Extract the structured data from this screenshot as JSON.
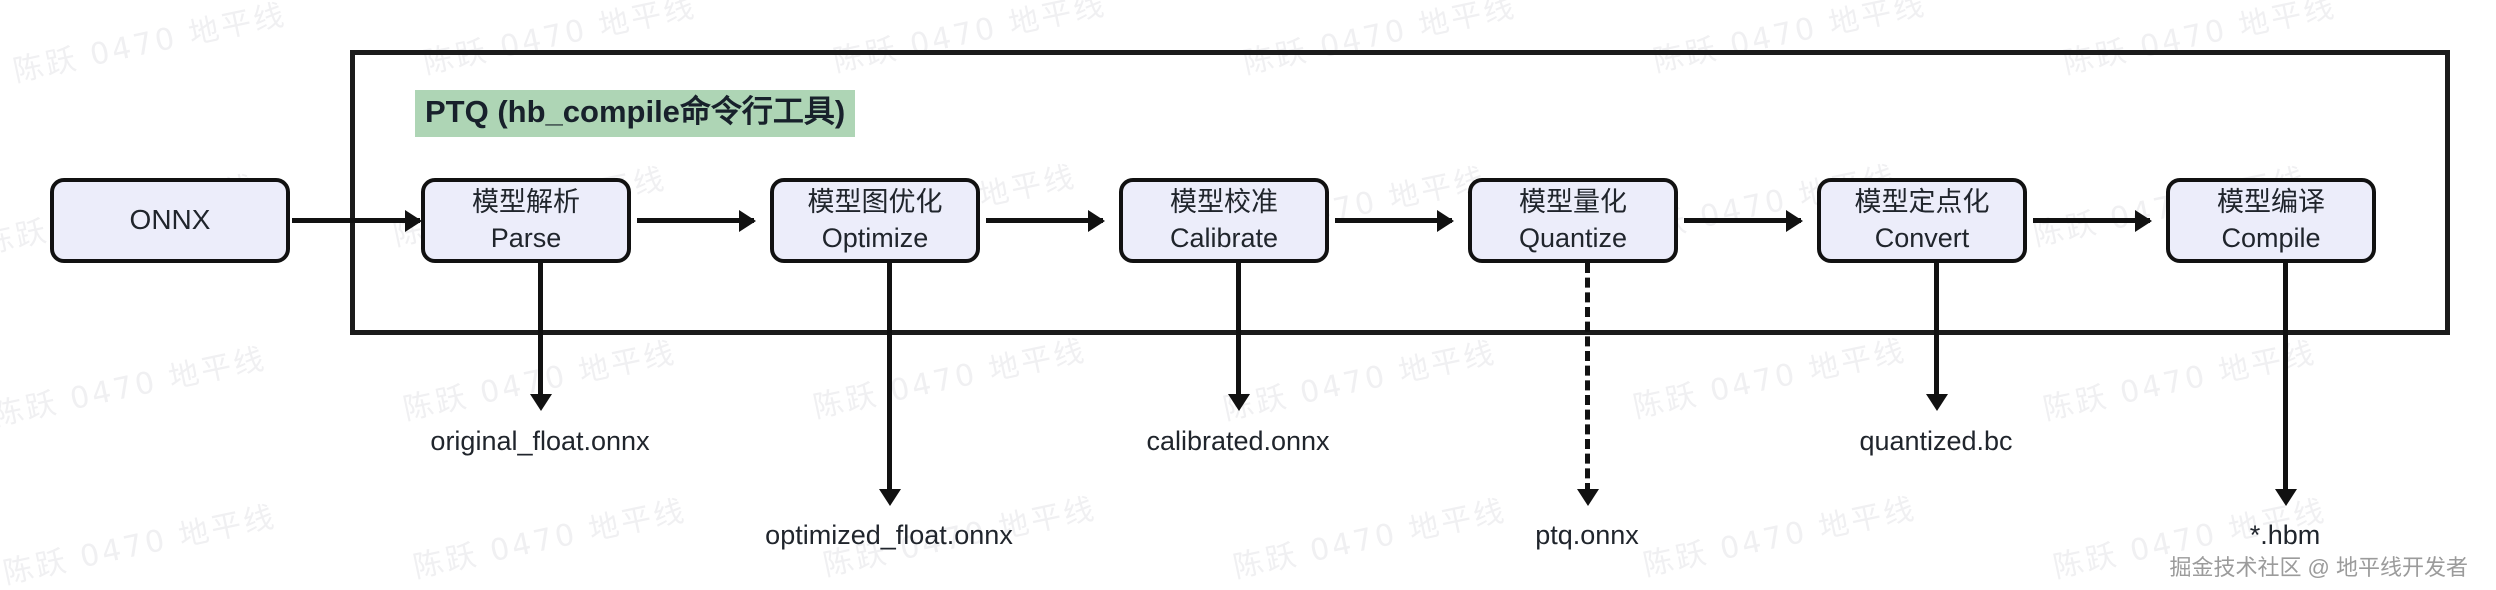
{
  "diagram": {
    "container_title": "PTQ (hb_compile命令行工具)",
    "source_node": {
      "label": "ONNX"
    },
    "stages": [
      {
        "cn": "模型解析",
        "en": "Parse"
      },
      {
        "cn": "模型图优化",
        "en": "Optimize"
      },
      {
        "cn": "模型校准",
        "en": "Calibrate"
      },
      {
        "cn": "模型量化",
        "en": "Quantize"
      },
      {
        "cn": "模型定点化",
        "en": "Convert"
      },
      {
        "cn": "模型编译",
        "en": "Compile"
      }
    ],
    "artifacts": [
      {
        "label": "original_float.onnx",
        "style": "solid"
      },
      {
        "label": "optimized_float.onnx",
        "style": "solid"
      },
      {
        "label": "calibrated.onnx",
        "style": "solid"
      },
      {
        "label": "ptq.onnx",
        "style": "dashed"
      },
      {
        "label": "quantized.bc",
        "style": "solid"
      },
      {
        "label": "*.hbm",
        "style": "solid"
      }
    ],
    "colors": {
      "title_highlight": "#aed5b5",
      "node_fill": "#ecedfa",
      "stroke": "#111111",
      "text": "#20252c"
    }
  },
  "watermarks": {
    "tiled_text": "陈跃 0470 地平线",
    "credit": "掘金技术社区 @ 地平线开发者"
  }
}
